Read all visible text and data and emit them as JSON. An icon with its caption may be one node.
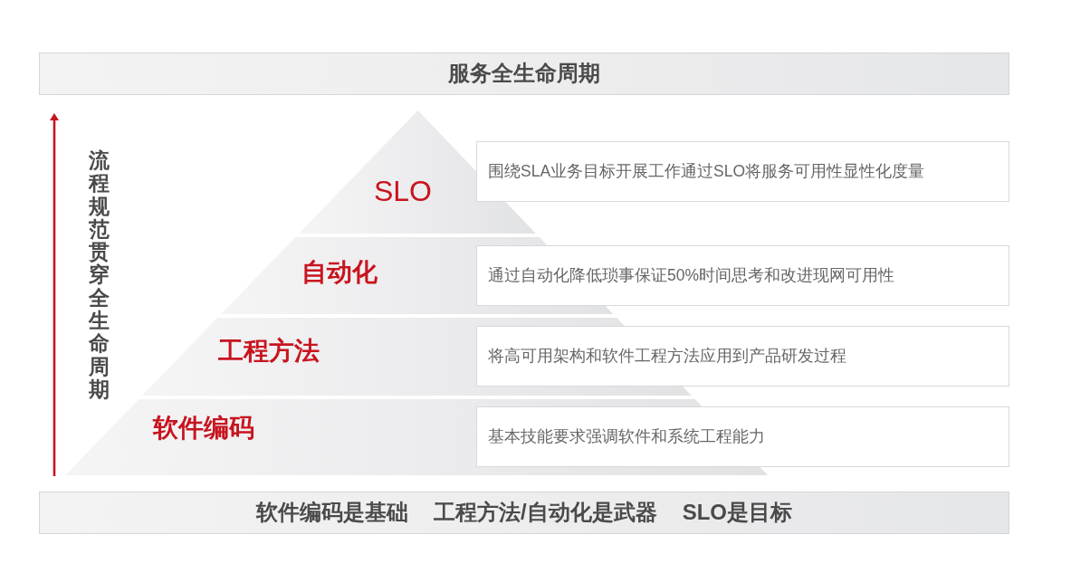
{
  "diagram": {
    "nodes": [
      {
        "text": [
          "服务全生命周期"
        ]
      },
      {
        "text": [
          "SLO"
        ]
      },
      {
        "text": [
          "围绕SLA业务目标开展工作通过SLO将服务可用性显性化度量"
        ]
      },
      {
        "text": [
          "自动化"
        ]
      },
      {
        "text": [
          "通过自动化降低琐事保证50%时间思考和改进现网可用性"
        ]
      },
      {
        "text": [
          "工程方法"
        ]
      },
      {
        "text": [
          "将高可用架构和软件工程方法应用到产品研发过程"
        ]
      },
      {
        "text": [
          "软件编码"
        ]
      },
      {
        "text": [
          "基本技能要求强调软件和系统工程能力"
        ]
      },
      {
        "text": [
          "软件编码是基础",
          "工程方法/自动化是武器",
          "SLO是目标"
        ]
      }
    ],
    "labels": [
      "流程规范贯穿全生命周期"
    ]
  }
}
